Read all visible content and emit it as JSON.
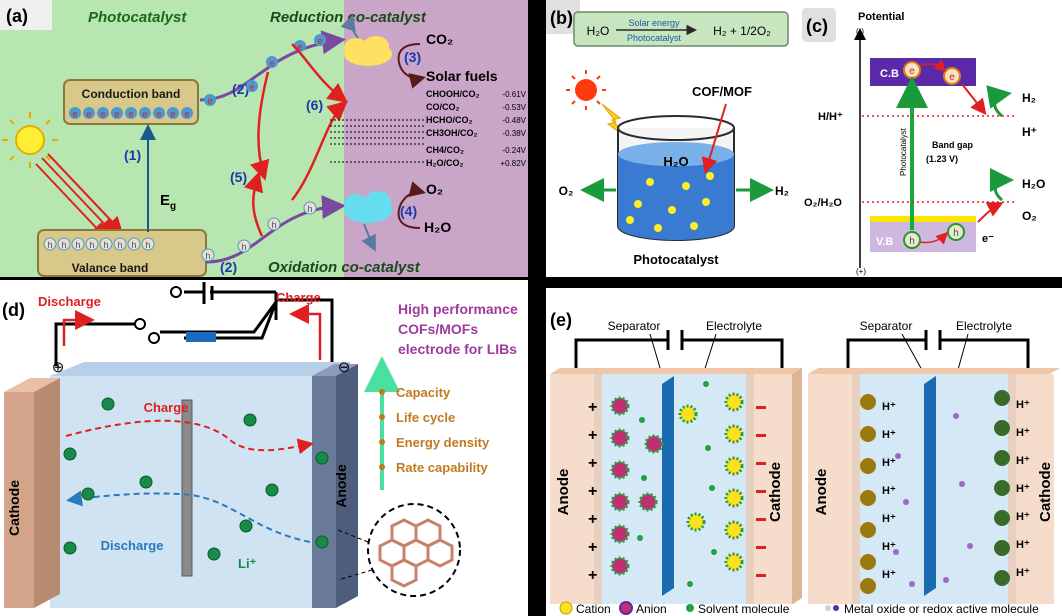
{
  "panel_a": {
    "label": "(a)",
    "title_photocatalyst": "Photocatalyst",
    "title_reduction": "Reduction co-catalyst",
    "title_oxidation": "Oxidation co-catalyst",
    "conduction_band": "Conduction band",
    "valence_band": "Valance band",
    "eg": "E",
    "eg_sub": "g",
    "step1": "(1)",
    "step2": "(2)",
    "step3": "(3)",
    "step4": "(4)",
    "step5": "(5)",
    "step6": "(6)",
    "co2": "CO₂",
    "solar_fuels": "Solar fuels",
    "o2": "O₂",
    "h2o": "H₂O",
    "electron_symbol": "e",
    "hole_symbol": "h",
    "potentials": [
      {
        "couple": "CHOOH/CO₂",
        "value": "-0.61V"
      },
      {
        "couple": "CO/CO₂",
        "value": "-0.53V"
      },
      {
        "couple": "HCHO/CO₂",
        "value": "-0.48V"
      },
      {
        "couple": "CH3OH/CO₂",
        "value": "-0.38V"
      },
      {
        "couple": "CH4/CO₂",
        "value": "-0.24V"
      },
      {
        "couple": "H₂O/CO₂",
        "value": "+0.82V"
      }
    ]
  },
  "panel_b": {
    "label": "(b)",
    "reaction_left": "H₂O",
    "arrow_top": "Solar energy",
    "arrow_bottom": "Photocatalyst",
    "reaction_right": "H₂ + 1/2O₂",
    "cofmof": "COF/MOF",
    "h2o": "H₂O",
    "o2": "O₂",
    "h2": "H₂",
    "caption": "Photocatalyst"
  },
  "panel_c": {
    "label": "(c)",
    "potential": "Potential",
    "minus": "(-)",
    "plus": "(+)",
    "cb": "C.B",
    "vb": "V.B",
    "h_level": "H/H⁺",
    "o_level": "O₂/H₂O",
    "band_gap": "Band gap",
    "band_gap_value": "(1.23 V)",
    "photocatalyst": "Photocatalyst",
    "h2": "H₂",
    "hplus": "H⁺",
    "h2o": "H₂O",
    "o2": "O₂",
    "e_minus": "e⁻",
    "electron_symbol": "e",
    "hole_symbol": "h"
  },
  "panel_d": {
    "label": "(d)",
    "discharge_top": "Discharge",
    "charge_top": "Charge",
    "cathode": "Cathode",
    "anode": "Anode",
    "charge": "Charge",
    "discharge": "Discharge",
    "li": "Li⁺",
    "plus_terminal": "⊕",
    "minus_terminal": "⊖",
    "headline": [
      "High  performance",
      "COFs/MOFs",
      "electrode for LIBs"
    ],
    "properties": [
      "Capacity",
      "Life cycle",
      "Energy density",
      "Rate capability"
    ]
  },
  "panel_e": {
    "label": "(e)",
    "left": {
      "separator": "Separator",
      "electrolyte": "Electrolyte",
      "anode": "Anode",
      "cathode": "Cathode"
    },
    "right": {
      "separator": "Separator",
      "electrolyte": "Electrolyte",
      "anode": "Anode",
      "cathode": "Cathode",
      "proton": "H⁺"
    },
    "legend": {
      "cation": "Cation",
      "anion": "Anion",
      "solvent": "Solvent molecule",
      "redox": "Metal oxide or redox active molecule"
    }
  },
  "colors": {
    "green_bg": "#b8e6b0",
    "purple_bg": "#c9a5c8",
    "band_box": "#d8c98a",
    "electron": "#4a9ad0",
    "red_arrow": "#e02020",
    "purple_arrow": "#7a4aa0",
    "cathode_face": "#d4a48a",
    "anode_face": "#6a7b9a",
    "electrolyte": "#cfe3f2",
    "panel_e_bg": "#f6dccb"
  }
}
